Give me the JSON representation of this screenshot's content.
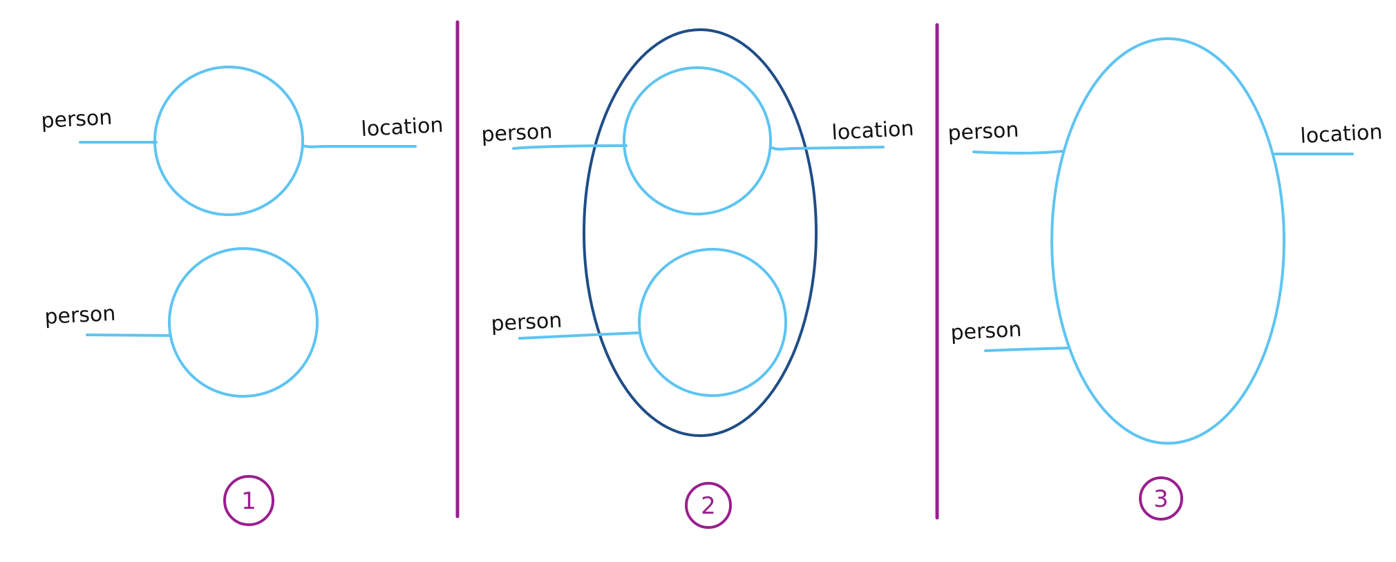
{
  "colors": {
    "light_blue": "#5ec4f2",
    "dark_blue": "#1f4d86",
    "purple": "#9a1f8e",
    "text": "#111111"
  },
  "panel1": {
    "number": "1",
    "top_left_label": "person",
    "top_right_label": "location",
    "bottom_left_label": "person"
  },
  "panel2": {
    "number": "2",
    "top_left_label": "person",
    "top_right_label": "location",
    "bottom_left_label": "person"
  },
  "panel3": {
    "number": "3",
    "top_left_label": "person",
    "top_right_label": "location",
    "bottom_left_label": "person"
  }
}
